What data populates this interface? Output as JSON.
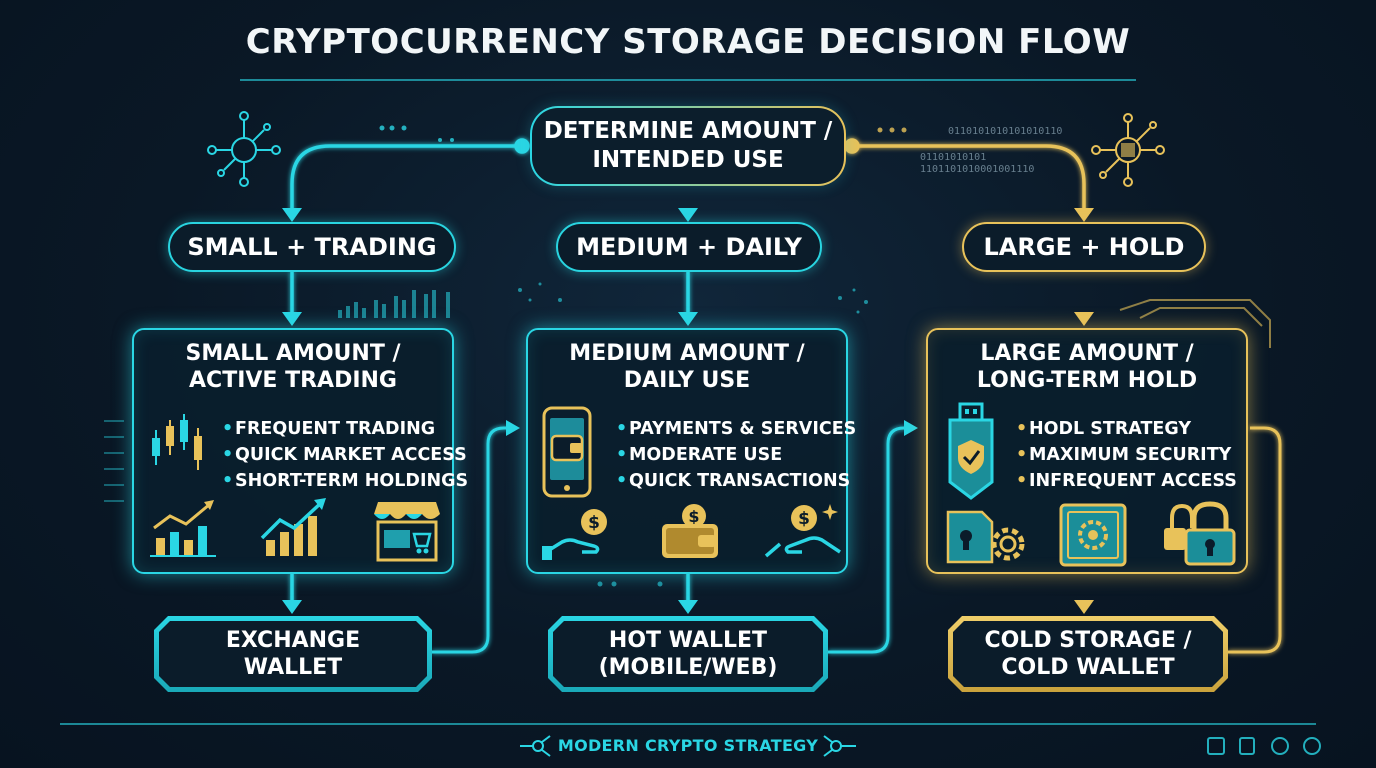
{
  "title": "CRYPTOCURRENCY STORAGE DECISION FLOW",
  "root": {
    "line1": "DETERMINE AMOUNT /",
    "line2": "INTENDED USE"
  },
  "categories": [
    {
      "label": "SMALL + TRADING",
      "color": "#2ad6e4"
    },
    {
      "label": "MEDIUM + DAILY",
      "color": "#2ad6e4"
    },
    {
      "label": "LARGE + HOLD",
      "color": "#e8c25a"
    }
  ],
  "panels": [
    {
      "title_line1": "SMALL AMOUNT /",
      "title_line2": "ACTIVE TRADING",
      "bullets": [
        "FREQUENT TRADING",
        "QUICK MARKET ACCESS",
        "SHORT-TERM HOLDINGS"
      ],
      "icons": [
        "candlestick-chart-icon",
        "bar-chart-icon",
        "trend-up-chart-icon",
        "storefront-icon"
      ]
    },
    {
      "title_line1": "MEDIUM AMOUNT /",
      "title_line2": "DAILY USE",
      "bullets": [
        "PAYMENTS & SERVICES",
        "MODERATE USE",
        "QUICK TRANSACTIONS"
      ],
      "icons": [
        "mobile-wallet-icon",
        "hand-coin-icon",
        "wallet-coin-icon",
        "hand-coin-sparkle-icon"
      ]
    },
    {
      "title_line1": "LARGE AMOUNT /",
      "title_line2": "LONG-TERM HOLD",
      "bullets": [
        "HODL STRATEGY",
        "MAXIMUM SECURITY",
        "INFREQUENT ACCESS"
      ],
      "icons": [
        "usb-hardware-wallet-icon",
        "sd-card-gear-icon",
        "vault-icon",
        "padlock-icon"
      ]
    }
  ],
  "wallets": [
    {
      "line1": "EXCHANGE",
      "line2": "WALLET"
    },
    {
      "line1": "HOT WALLET",
      "line2": "(MOBILE/WEB)"
    },
    {
      "line1": "COLD STORAGE /",
      "line2": "COLD WALLET"
    }
  ],
  "decorations": {
    "binary_top": "0110101010101010110",
    "binary_mid": "01101010101",
    "binary_low": "1101101010001001110"
  },
  "footer": "MODERN CRYPTO STRATEGY",
  "colors": {
    "teal": "#2ad6e4",
    "gold": "#e8c25a",
    "background": "#0a1826"
  }
}
